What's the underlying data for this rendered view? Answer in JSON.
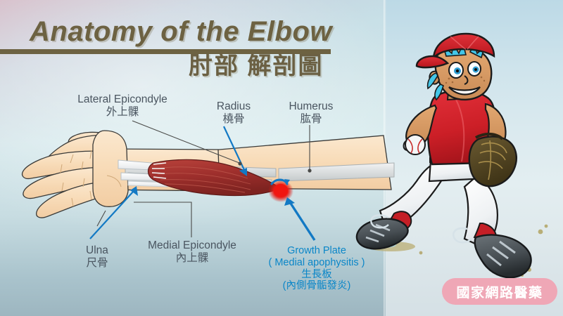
{
  "title": {
    "english": "Anatomy of the Elbow",
    "chinese": "肘部 解剖圖"
  },
  "labels": {
    "lateral_epicondyle": {
      "en": "Lateral Epicondyle",
      "zh": "外上髁"
    },
    "radius": {
      "en": "Radius",
      "zh": "橈骨"
    },
    "humerus": {
      "en": "Humerus",
      "zh": "肱骨"
    },
    "ulna": {
      "en": "Ulna",
      "zh": "尺骨"
    },
    "medial_epicondyle": {
      "en": "Medial Epicondyle",
      "zh": "內上髁"
    },
    "growth_plate": {
      "en": "Growth Plate",
      "en_sub": "( Medial apophysitis )",
      "zh": "生長板",
      "zh_sub": "(內側骨骺發炎)"
    }
  },
  "watermark": {
    "text": "國家網路醫藥"
  },
  "colors": {
    "title_brown": "#6d6242",
    "label_gray": "#4a5560",
    "highlight_blue": "#0a86c8",
    "inflammation_red": "#e8191c",
    "muscle_red": "#a8322e",
    "bone_gray": "#d6d9da",
    "skin": "#f7dcbb",
    "jersey_red": "#cf2029",
    "cap_red": "#cf2029",
    "hair_cyan": "#43c6e8",
    "glove_brown": "#5a4a2a",
    "cleat_gray": "#4c5358",
    "watermark_pink": "#efa7b6"
  },
  "illustration": {
    "arm": "left forearm and elbow, palm open, showing flexor muscle mass, tendons, humerus, radius and ulna bones",
    "athlete": "cartoon boy baseball pitcher in red cap and jersey, white pants, red socks, gray cleats, baseball in throwing hand, brown mitt on other hand"
  }
}
